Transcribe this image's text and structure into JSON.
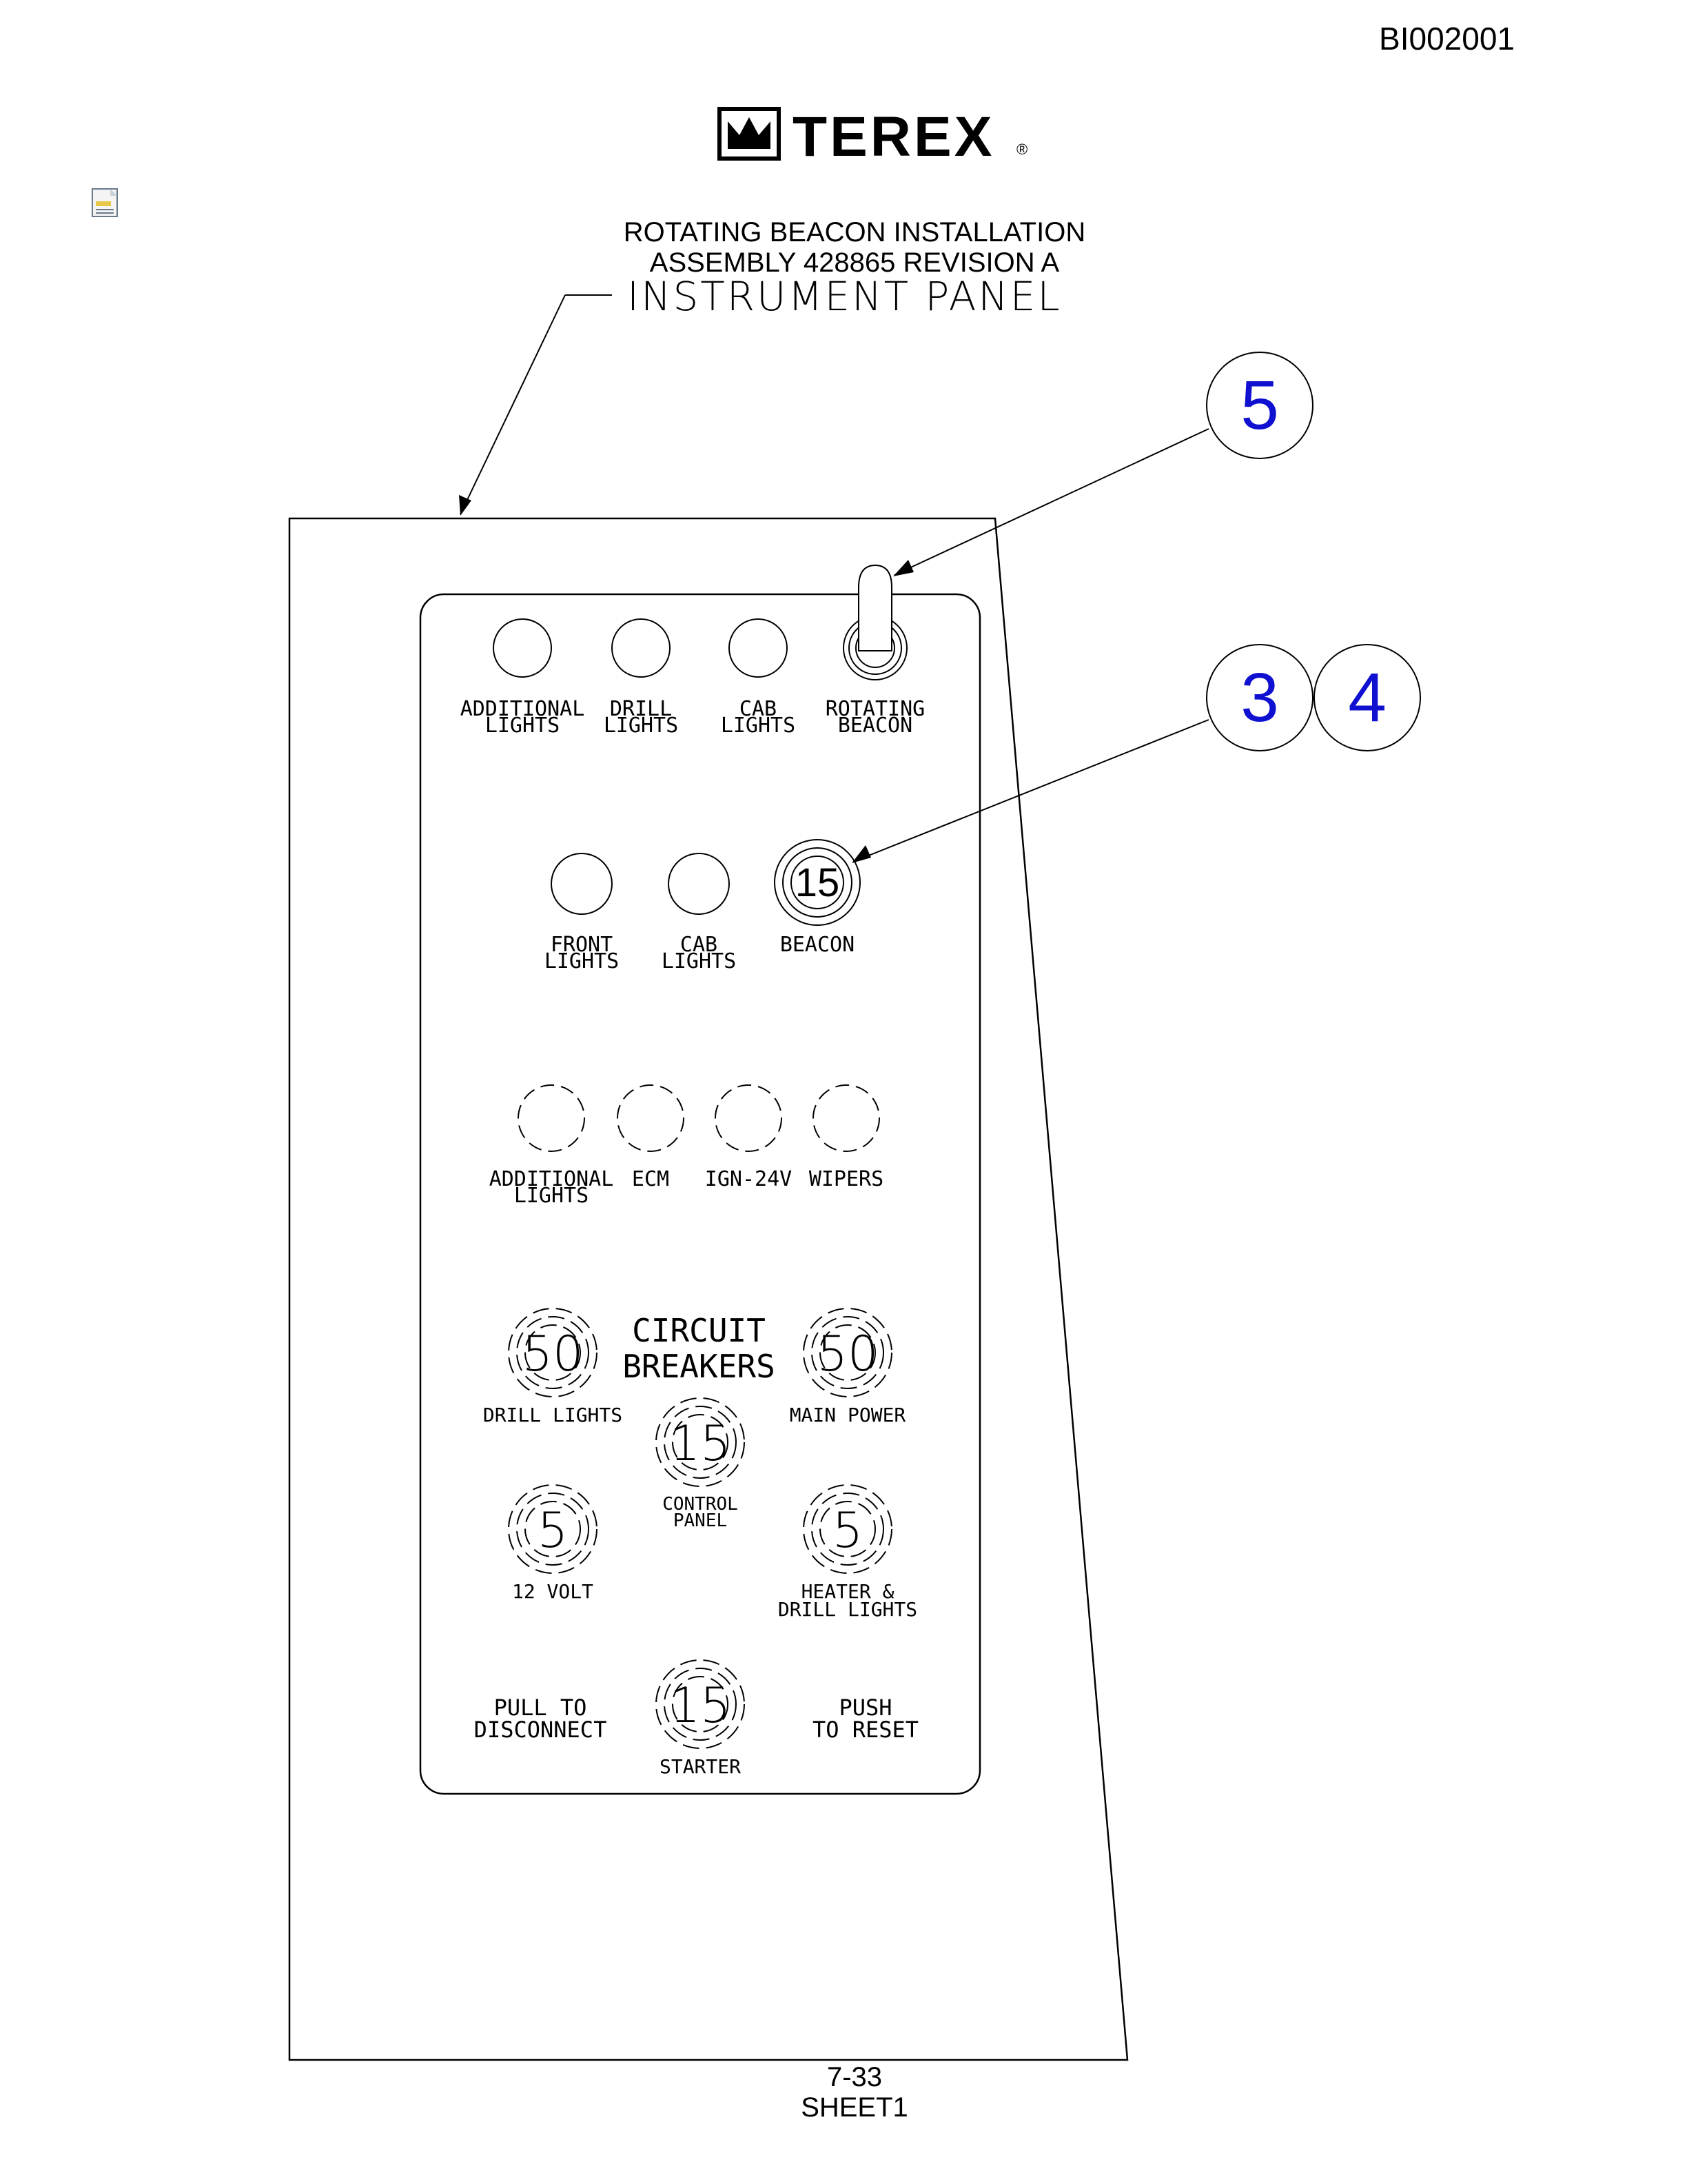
{
  "doc_id": "BI002001",
  "brand": "TEREX",
  "registered_mark": "®",
  "title_line1": "ROTATING BEACON INSTALLATION",
  "title_line2": "ASSEMBLY 428865 REVISION A",
  "subtitle": "INSTRUMENT PANEL",
  "icons": {
    "note": "note-icon",
    "logo": "terex-crown-logo-icon"
  },
  "callouts": [
    "5",
    "3",
    "4"
  ],
  "switches": {
    "row1": [
      {
        "line1": "ADDITIONAL",
        "line2": "LIGHTS"
      },
      {
        "line1": "DRILL",
        "line2": "LIGHTS"
      },
      {
        "line1": "CAB",
        "line2": "LIGHTS"
      },
      {
        "line1": "ROTATING",
        "line2": "BEACON"
      }
    ],
    "row2": [
      {
        "line1": "FRONT",
        "line2": "LIGHTS"
      },
      {
        "line1": "CAB",
        "line2": "LIGHTS"
      },
      {
        "line1": "BEACON",
        "line2": "",
        "rating": "15"
      }
    ],
    "row3": [
      {
        "line1": "ADDITIONAL",
        "line2": "LIGHTS"
      },
      {
        "line1": "ECM",
        "line2": ""
      },
      {
        "line1": "IGN-24V",
        "line2": ""
      },
      {
        "line1": "WIPERS",
        "line2": ""
      }
    ]
  },
  "circuit_breakers": {
    "heading_line1": "CIRCUIT",
    "heading_line2": "BREAKERS",
    "items": [
      {
        "rating": "50",
        "label1": "DRILL LIGHTS",
        "label2": ""
      },
      {
        "rating": "50",
        "label1": "MAIN POWER",
        "label2": ""
      },
      {
        "rating": "15",
        "label1": "CONTROL",
        "label2": "PANEL"
      },
      {
        "rating": "5",
        "label1": "12 VOLT",
        "label2": ""
      },
      {
        "rating": "5",
        "label1": "HEATER &",
        "label2": "DRILL LIGHTS"
      },
      {
        "rating": "15",
        "label1": "STARTER",
        "label2": ""
      }
    ],
    "pull_line1": "PULL TO",
    "pull_line2": "DISCONNECT",
    "push_line1": "PUSH",
    "push_line2": "TO RESET"
  },
  "footer": {
    "page": "7-33",
    "sheet": "SHEET1"
  },
  "colors": {
    "callout_text": "#1010d0",
    "line": "#000000"
  }
}
